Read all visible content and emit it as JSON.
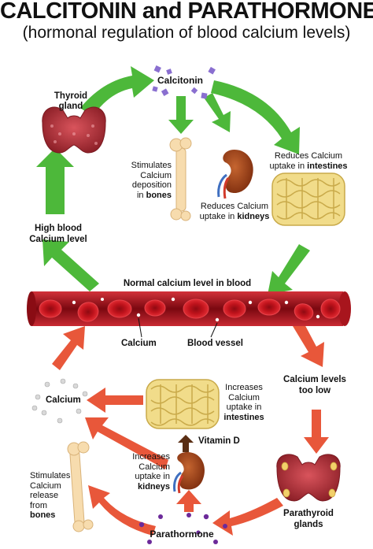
{
  "title": "CALCITONIN and PARATHORMONE",
  "subtitle": "(hormonal regulation of blood calcium levels)",
  "labels": {
    "calcitonin": "Calcitonin",
    "thyroid_1": "Thyroid",
    "thyroid_2": "gland",
    "stim_dep_1": "Stimulates",
    "stim_dep_2": "Calcium",
    "stim_dep_3": "deposition",
    "stim_dep_4a": "in ",
    "stim_dep_4b": "bones",
    "red_int_1": "Reduces Calcium",
    "red_int_2a": "uptake in ",
    "red_int_2b": "intestines",
    "red_kid_1": "Reduces Calcium",
    "red_kid_2a": "uptake in ",
    "red_kid_2b": "kidneys",
    "high_1": "High blood",
    "high_2": "Calcium level",
    "normal": "Normal calcium level in blood",
    "calcium_vessel": "Calcium",
    "blood_vessel": "Blood vessel",
    "too_low_1": "Calcium levels",
    "too_low_2": "too low",
    "calcium_left": "Calcium",
    "inc_int_1": "Increases",
    "inc_int_2": "Calcium",
    "inc_int_3": "uptake in",
    "inc_int_4": "intestines",
    "vitamin_d": "Vitamin D",
    "inc_kid_1": "Increases",
    "inc_kid_2": "Calcium",
    "inc_kid_3": "uptake in",
    "inc_kid_4": "kidneys",
    "stim_rel_1": "Stimulates",
    "stim_rel_2": "Calcium",
    "stim_rel_3": "release",
    "stim_rel_4": "from",
    "stim_rel_5": "bones",
    "parathyroid_1": "Parathyroid",
    "parathyroid_2": "glands",
    "parathormone": "Parathormone"
  },
  "colors": {
    "calcitonin_arrows": "#4db83a",
    "parathormone_arrows": "#e8573a",
    "vessel": "#b0121b",
    "gland": "#b2333b",
    "bone": "#f7dcae",
    "intestine": "#f1dc8a",
    "kidney": "#a8471c",
    "calcitonin_molecules": "#8a6fd0",
    "parathormone_molecules": "#6c2a9a"
  }
}
